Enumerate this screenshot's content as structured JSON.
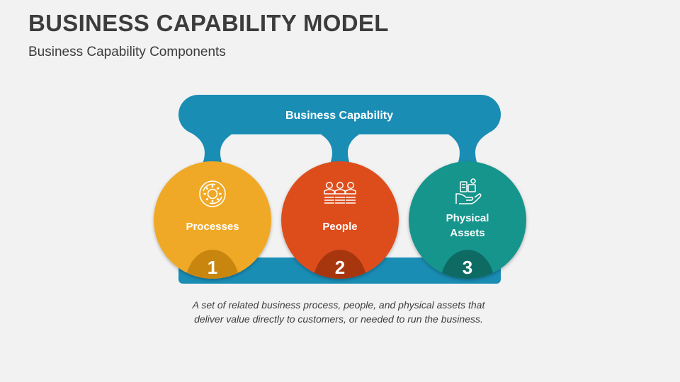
{
  "title": "BUSINESS CAPABILITY MODEL",
  "subtitle": "Business Capability Components",
  "diagram": {
    "banner_label": "Business Capability",
    "colors": {
      "banner": "#1a8db5",
      "banner_dark": "#0f7aa0",
      "processes": "#f0a928",
      "processes_dark": "#c8860f",
      "people": "#dd4e1b",
      "people_dark": "#a7360f",
      "assets": "#17958c",
      "assets_dark": "#0e6b64"
    },
    "components": [
      {
        "label_line1": "Processes",
        "label_line2": "",
        "number": "1",
        "icon": "gear-cycle-icon"
      },
      {
        "label_line1": "People",
        "label_line2": "",
        "number": "2",
        "icon": "people-group-icon"
      },
      {
        "label_line1": "Physical",
        "label_line2": "Assets",
        "number": "3",
        "icon": "hand-assets-icon"
      }
    ]
  },
  "caption_line1": "A set of related business process, people, and physical assets that",
  "caption_line2": "deliver value directly to customers, or needed to run the business."
}
